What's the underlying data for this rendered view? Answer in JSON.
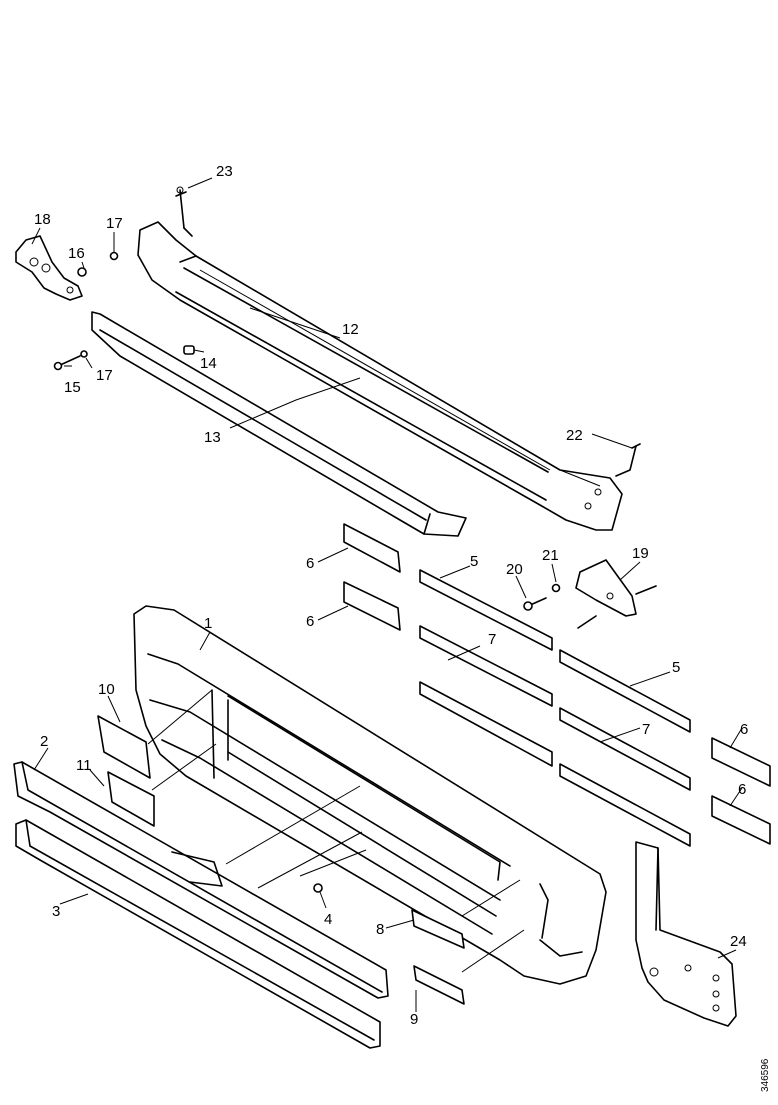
{
  "diagram": {
    "reference_code": "346596",
    "labels": {
      "p1": "1",
      "p2": "2",
      "p3": "3",
      "p4": "4",
      "p5a": "5",
      "p5b": "5",
      "p6a": "6",
      "p6b": "6",
      "p6c": "6",
      "p6d": "6",
      "p7a": "7",
      "p7b": "7",
      "p8": "8",
      "p9": "9",
      "p10": "10",
      "p11": "11",
      "p12": "12",
      "p13": "13",
      "p14": "14",
      "p15": "15",
      "p16": "16",
      "p17a": "17",
      "p17b": "17",
      "p18": "18",
      "p19": "19",
      "p20": "20",
      "p21": "21",
      "p22": "22",
      "p23": "23",
      "p24": "24"
    }
  }
}
